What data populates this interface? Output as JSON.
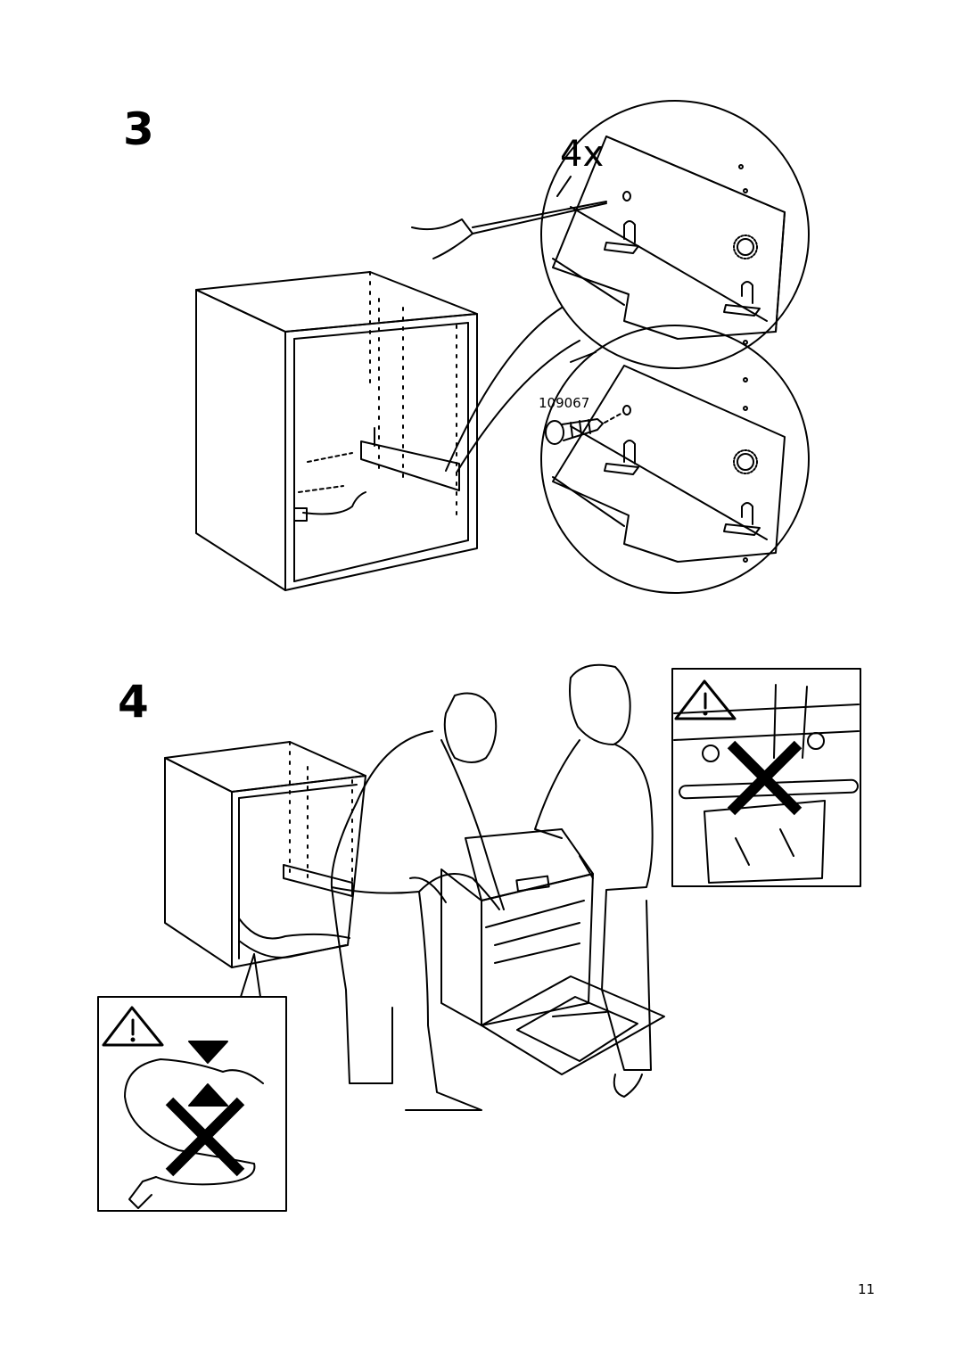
{
  "steps": [
    {
      "number": "3"
    },
    {
      "number": "4"
    }
  ],
  "step3": {
    "quantity_label": "4x",
    "part_number": "109067"
  },
  "footer": {
    "page_number": "11"
  },
  "icons": [
    "warning-triangle-icon",
    "prohibited-x-icon",
    "screw-icon",
    "screwdriver-icon"
  ]
}
